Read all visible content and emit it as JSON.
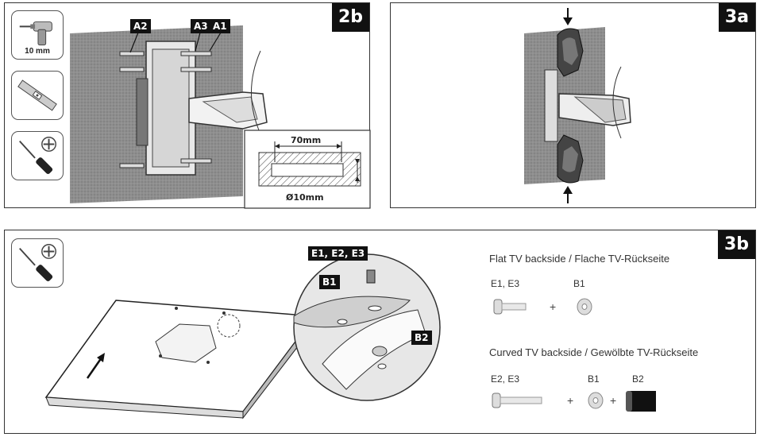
{
  "panel_2b": {
    "step": "2b",
    "tools": [
      {
        "name": "drill",
        "label": "10 mm"
      },
      {
        "name": "level"
      },
      {
        "name": "screwdriver"
      }
    ],
    "callouts": {
      "a2": "A2",
      "a3": "A3",
      "a1": "A1"
    },
    "inset": {
      "depth": "70mm",
      "diameter": "Ø10mm"
    }
  },
  "panel_3a": {
    "step": "3a"
  },
  "panel_3b": {
    "step": "3b",
    "tools": [
      {
        "name": "screwdriver"
      }
    ],
    "callouts": {
      "e123": "E1, E2, E3",
      "b1": "B1",
      "b2": "B2"
    },
    "flat": {
      "caption": "Flat TV backside / Flache TV-Rückseite",
      "screw_label": "E1, E3",
      "washer_label": "B1",
      "plus": "+"
    },
    "curved": {
      "caption": "Curved TV backside / Gewölbte TV-Rückseite",
      "screw_label": "E2, E3",
      "washer_label": "B1",
      "spacer_label": "B2",
      "plus": "+"
    }
  }
}
